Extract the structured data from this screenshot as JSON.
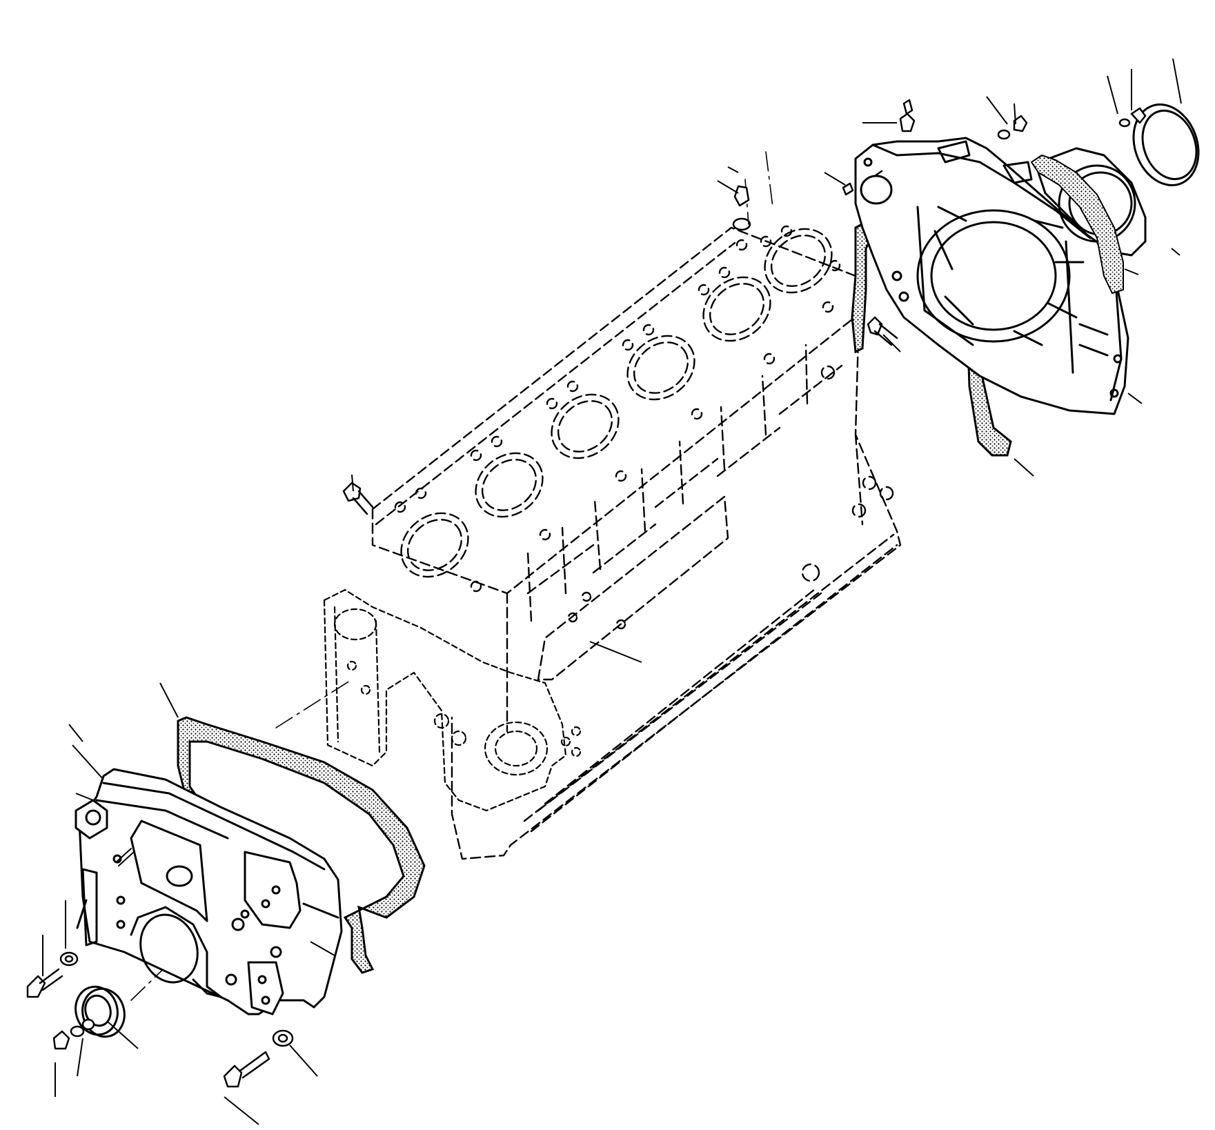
{
  "diagram": {
    "type": "exploded-parts-drawing",
    "colors": {
      "line": "#000000",
      "background": "#ffffff"
    },
    "parts": [
      "front-cover",
      "front-cover-gasket",
      "front-oil-seal",
      "front-cover-bolts",
      "cylinder-block",
      "gear-housing",
      "flywheel-housing",
      "flywheel-housing-gasket",
      "rear-oil-seal",
      "rear-seal-retainer",
      "dowel-pins",
      "plugs",
      "bolts",
      "washers"
    ]
  }
}
